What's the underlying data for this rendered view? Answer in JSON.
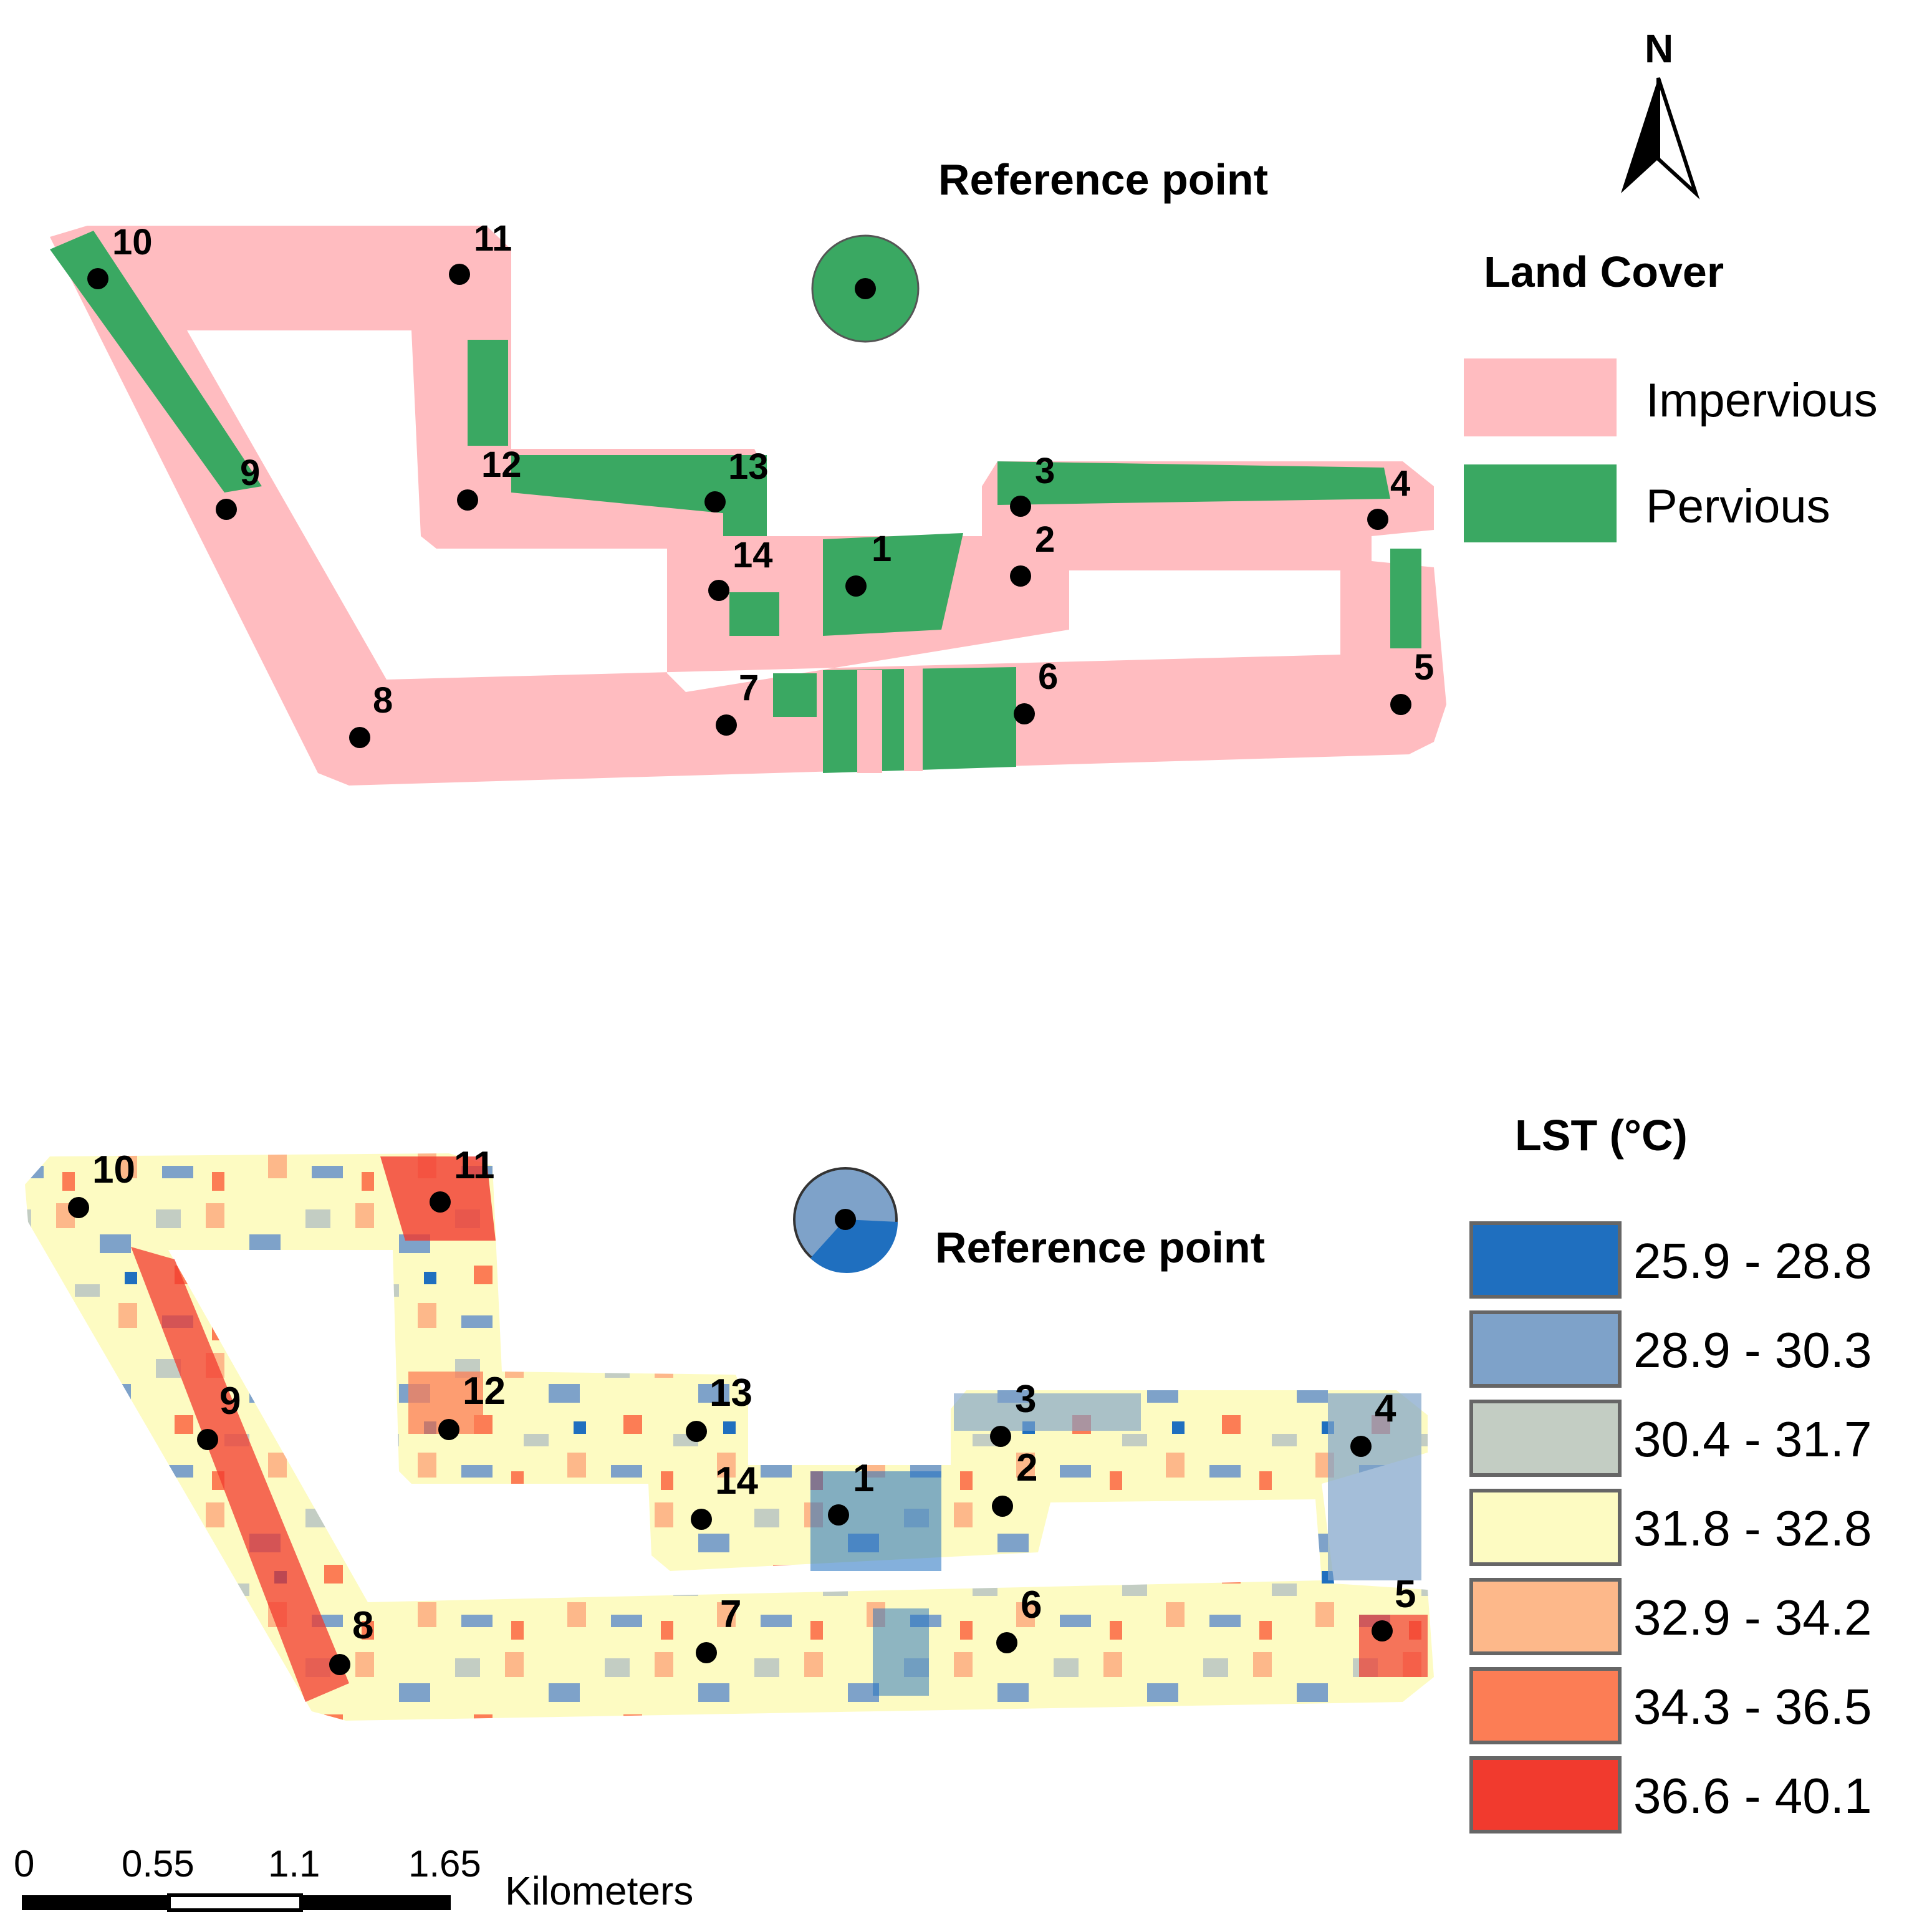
{
  "north_arrow": {
    "label": "N"
  },
  "top_map": {
    "reference_label": "Reference point",
    "legend": {
      "title": "Land Cover",
      "items": [
        {
          "label": "Impervious",
          "color": "#ffbcc0"
        },
        {
          "label": "Pervious",
          "color": "#3aa862"
        }
      ]
    },
    "points": [
      "1",
      "2",
      "3",
      "4",
      "5",
      "6",
      "7",
      "8",
      "9",
      "10",
      "11",
      "12",
      "13",
      "14"
    ]
  },
  "bottom_map": {
    "reference_label": "Reference point",
    "legend": {
      "title": "LST (°C)",
      "items": [
        {
          "label": "25.9 - 28.8",
          "color": "#1f6fbf"
        },
        {
          "label": "28.9 - 30.3",
          "color": "#7ea2c9"
        },
        {
          "label": "30.4 - 31.7",
          "color": "#c3cdc3"
        },
        {
          "label": "31.8 - 32.8",
          "color": "#fdfbc2"
        },
        {
          "label": "32.9 - 34.2",
          "color": "#fdb88a"
        },
        {
          "label": "34.3 - 36.5",
          "color": "#fc7d55"
        },
        {
          "label": "36.6 - 40.1",
          "color": "#f13a2e"
        }
      ]
    },
    "points": [
      "1",
      "2",
      "3",
      "4",
      "5",
      "6",
      "7",
      "8",
      "9",
      "10",
      "11",
      "12",
      "13",
      "14"
    ]
  },
  "scale_bar": {
    "ticks": [
      "0",
      "0.55",
      "1.1",
      "1.65"
    ],
    "unit": "Kilometers"
  }
}
